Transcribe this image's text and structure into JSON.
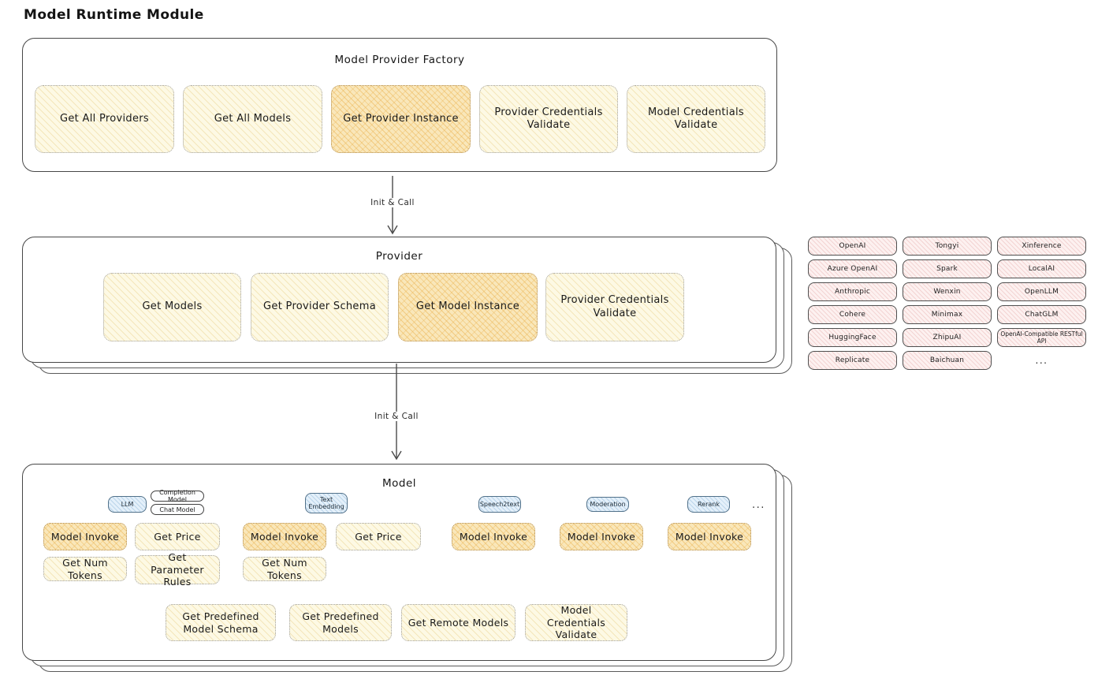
{
  "page_title": "Model Runtime Module",
  "factory": {
    "title": "Model Provider Factory",
    "buttons": [
      "Get All Providers",
      "Get All Models",
      "Get Provider Instance",
      "Provider Credentials Validate",
      "Model Credentials Validate"
    ]
  },
  "arrows": {
    "factory_to_provider": "Init & Call",
    "provider_to_model": "Init & Call"
  },
  "provider": {
    "title": "Provider",
    "buttons": [
      "Get Models",
      "Get Provider Schema",
      "Get Model Instance",
      "Provider Credentials Validate"
    ]
  },
  "provider_matrix": {
    "items": [
      "OpenAI",
      "Tongyi",
      "Xinference",
      "Azure OpenAI",
      "Spark",
      "LocalAI",
      "Anthropic",
      "Wenxin",
      "OpenLLM",
      "Cohere",
      "Minimax",
      "ChatGLM",
      "HuggingFace",
      "ZhipuAI",
      "OpenAI-Compatible RESTful API",
      "Replicate",
      "Baichuan"
    ],
    "more_label": "..."
  },
  "model": {
    "title": "Model",
    "tags": [
      "LLM",
      "Completion Model",
      "Chat Model",
      "Text Embedding",
      "Speech2text",
      "Moderation",
      "Rerank"
    ],
    "tags_more": "...",
    "invoke_buttons": [
      "Model Invoke",
      "Get Price",
      "Model Invoke",
      "Get Price",
      "Model Invoke",
      "Model Invoke",
      "Model Invoke"
    ],
    "util_buttons": [
      "Get Num Tokens",
      "Get Parameter Rules",
      "Get Num Tokens"
    ],
    "bottom_buttons": [
      "Get Predefined Model Schema",
      "Get Predefined Models",
      "Get Remote Models",
      "Model Credentials Validate"
    ]
  },
  "colors": {
    "highlight_fill": "#f9e7ba",
    "light_fill": "#fdf9e4",
    "blue_tag_fill": "#e4f0fa",
    "provider_cell_fill": "#fdf1f0",
    "box_border": "#474747"
  }
}
